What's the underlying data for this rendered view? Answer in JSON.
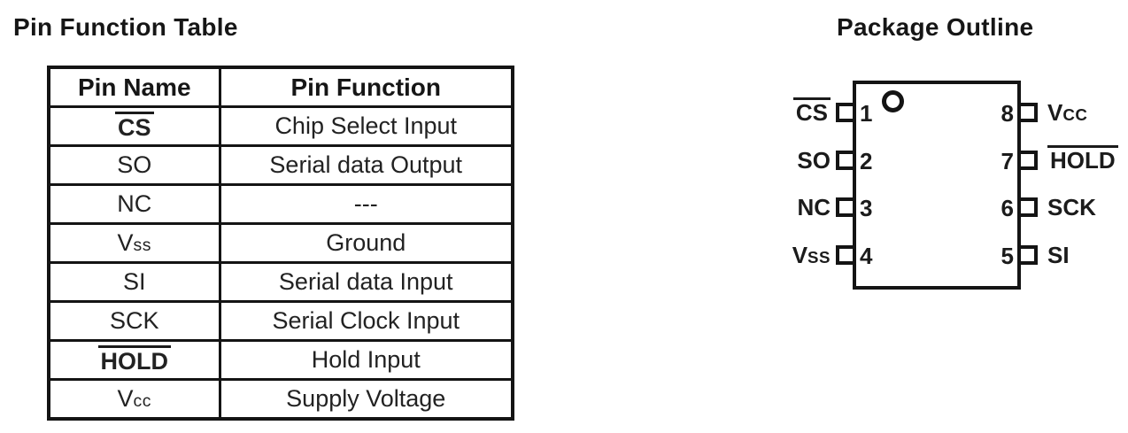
{
  "page": {
    "background_color": "#ffffff",
    "text_color": "#1b1b1b",
    "line_color": "#141414"
  },
  "pin_table": {
    "title": "Pin Function Table",
    "headers": [
      "Pin Name",
      "Pin Function"
    ],
    "rows": [
      {
        "name": "CS",
        "overline": true,
        "bold": true,
        "small": "",
        "function": "Chip Select Input"
      },
      {
        "name": "SO",
        "overline": false,
        "bold": false,
        "small": "",
        "function": "Serial data Output"
      },
      {
        "name": "NC",
        "overline": false,
        "bold": false,
        "small": "",
        "function": "---"
      },
      {
        "name": "V",
        "overline": false,
        "bold": false,
        "small": "ss",
        "function": "Ground"
      },
      {
        "name": "SI",
        "overline": false,
        "bold": false,
        "small": "",
        "function": "Serial data Input"
      },
      {
        "name": "SCK",
        "overline": false,
        "bold": false,
        "small": "",
        "function": "Serial Clock Input"
      },
      {
        "name": "HOLD",
        "overline": true,
        "bold": true,
        "small": "",
        "function": "Hold Input"
      },
      {
        "name": "V",
        "overline": false,
        "bold": false,
        "small": "cc",
        "function": "Supply Voltage"
      }
    ]
  },
  "package_outline": {
    "title": "Package Outline",
    "pin1_marker_icon": "pin-1-indicator-circle",
    "left_pins": [
      {
        "number": "1",
        "name": "CS",
        "overline": true,
        "small": ""
      },
      {
        "number": "2",
        "name": "SO",
        "overline": false,
        "small": ""
      },
      {
        "number": "3",
        "name": "NC",
        "overline": false,
        "small": ""
      },
      {
        "number": "4",
        "name": "V",
        "overline": false,
        "small": "SS"
      }
    ],
    "right_pins": [
      {
        "number": "8",
        "name": "V",
        "overline": false,
        "small": "CC"
      },
      {
        "number": "7",
        "name": "HOLD",
        "overline": true,
        "small": ""
      },
      {
        "number": "6",
        "name": "SCK",
        "overline": false,
        "small": ""
      },
      {
        "number": "5",
        "name": "SI",
        "overline": false,
        "small": ""
      }
    ]
  }
}
